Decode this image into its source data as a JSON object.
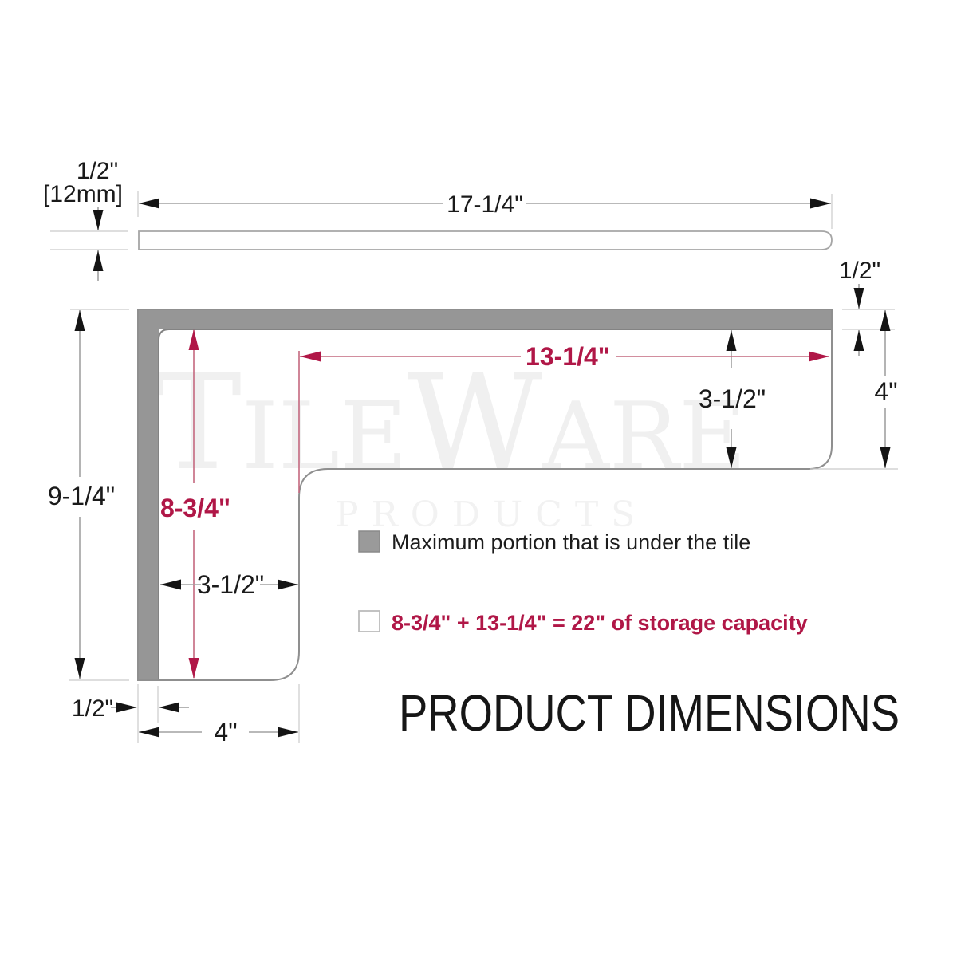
{
  "watermark": {
    "brand": "TileWare",
    "subbrand": "PRODUCTS"
  },
  "title": "PRODUCT DIMENSIONS",
  "colors": {
    "accent": "#b01747",
    "tile_gray": "#969696",
    "outline_gray": "#8f8f8f",
    "text": "#1a1a1a"
  },
  "dimensions": {
    "profile_thickness": "1/2\"",
    "profile_thickness_mm": "[12mm]",
    "profile_length": "17-1/4\"",
    "flange_thickness_right": "1/2\"",
    "right_outer_height": "4\"",
    "right_inner_height": "3-1/2\"",
    "shelf_inner_width": "13-1/4\"",
    "left_outer_height": "9-1/4\"",
    "left_inner_height": "8-3/4\"",
    "niche_inner_width": "3-1/2\"",
    "flange_thickness_bottom": "1/2\"",
    "bottom_outer_width": "4\""
  },
  "legend": {
    "items": [
      {
        "swatch": "gray",
        "label": "Maximum portion that is under the tile"
      },
      {
        "swatch": "white",
        "label": "8-3/4\" + 13-1/4\" = 22\" of storage capacity"
      }
    ]
  }
}
